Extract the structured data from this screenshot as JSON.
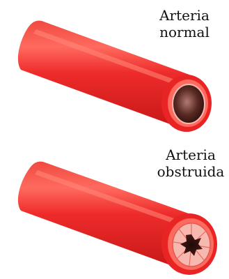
{
  "figure": {
    "normal_artery": {
      "label_line1": "Arteria",
      "label_line2": "normal"
    },
    "obstructed_artery": {
      "label_line1": "Arteria",
      "label_line2": "obstruida"
    }
  },
  "colors": {
    "artery_red": "#ee2b2b",
    "artery_dark": "#c81818",
    "artery_highlight": "#ff8a7a",
    "lumen_dark": "#3a1a16",
    "plaque_pink": "#f7b8b0"
  }
}
